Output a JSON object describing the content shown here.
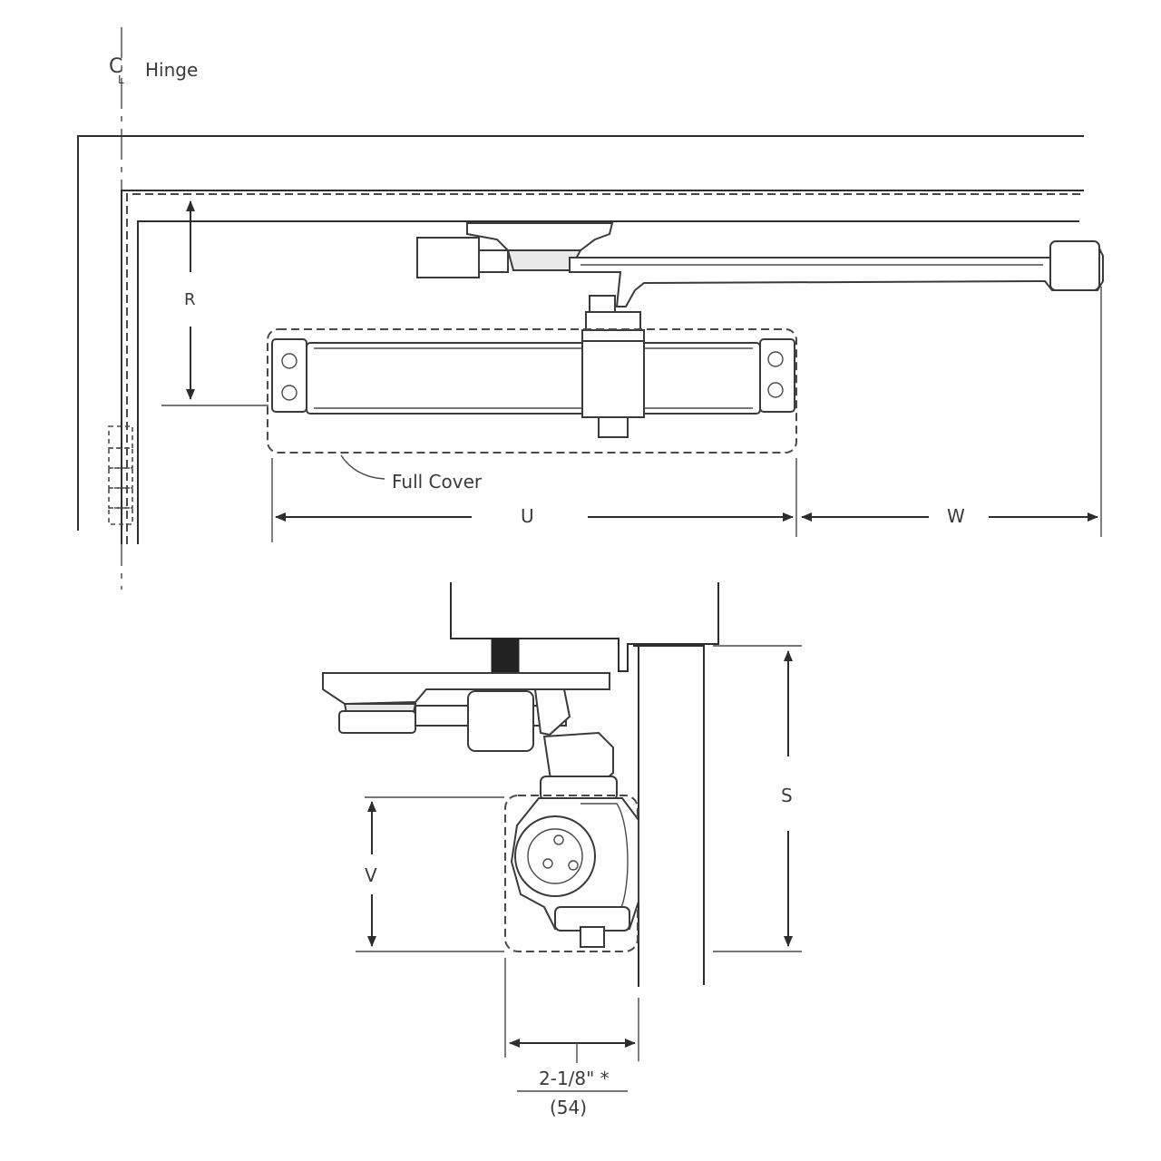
{
  "top_view": {
    "hinge_label": "Hinge",
    "centerline_symbol": "C",
    "centerline_subscript": "L",
    "full_cover_label": "Full Cover",
    "dim_r": "R",
    "dim_u": "U",
    "dim_w": "W"
  },
  "side_view": {
    "dim_s": "S",
    "dim_v": "V",
    "width_inches": "2-1/8\" *",
    "width_mm": "(54)"
  }
}
